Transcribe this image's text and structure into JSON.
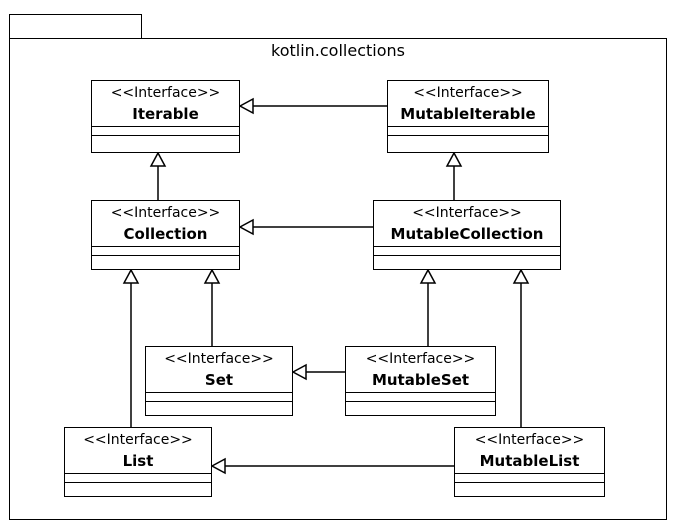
{
  "package": {
    "name": "kotlin.collections"
  },
  "classes": {
    "iterable": {
      "stereotype": "<<Interface>>",
      "name": "Iterable"
    },
    "mutable_iterable": {
      "stereotype": "<<Interface>>",
      "name": "MutableIterable"
    },
    "collection": {
      "stereotype": "<<Interface>>",
      "name": "Collection"
    },
    "mutable_collection": {
      "stereotype": "<<Interface>>",
      "name": "MutableCollection"
    },
    "set": {
      "stereotype": "<<Interface>>",
      "name": "Set"
    },
    "mutable_set": {
      "stereotype": "<<Interface>>",
      "name": "MutableSet"
    },
    "list": {
      "stereotype": "<<Interface>>",
      "name": "List"
    },
    "mutable_list": {
      "stereotype": "<<Interface>>",
      "name": "MutableList"
    }
  },
  "relations": [
    {
      "from": "mutable_iterable",
      "to": "iterable",
      "kind": "generalization"
    },
    {
      "from": "collection",
      "to": "iterable",
      "kind": "generalization"
    },
    {
      "from": "mutable_collection",
      "to": "mutable_iterable",
      "kind": "generalization"
    },
    {
      "from": "mutable_collection",
      "to": "collection",
      "kind": "generalization"
    },
    {
      "from": "set",
      "to": "collection",
      "kind": "generalization"
    },
    {
      "from": "list",
      "to": "collection",
      "kind": "generalization"
    },
    {
      "from": "mutable_set",
      "to": "mutable_collection",
      "kind": "generalization"
    },
    {
      "from": "mutable_list",
      "to": "mutable_collection",
      "kind": "generalization"
    },
    {
      "from": "mutable_set",
      "to": "set",
      "kind": "generalization"
    },
    {
      "from": "mutable_list",
      "to": "list",
      "kind": "generalization"
    }
  ]
}
